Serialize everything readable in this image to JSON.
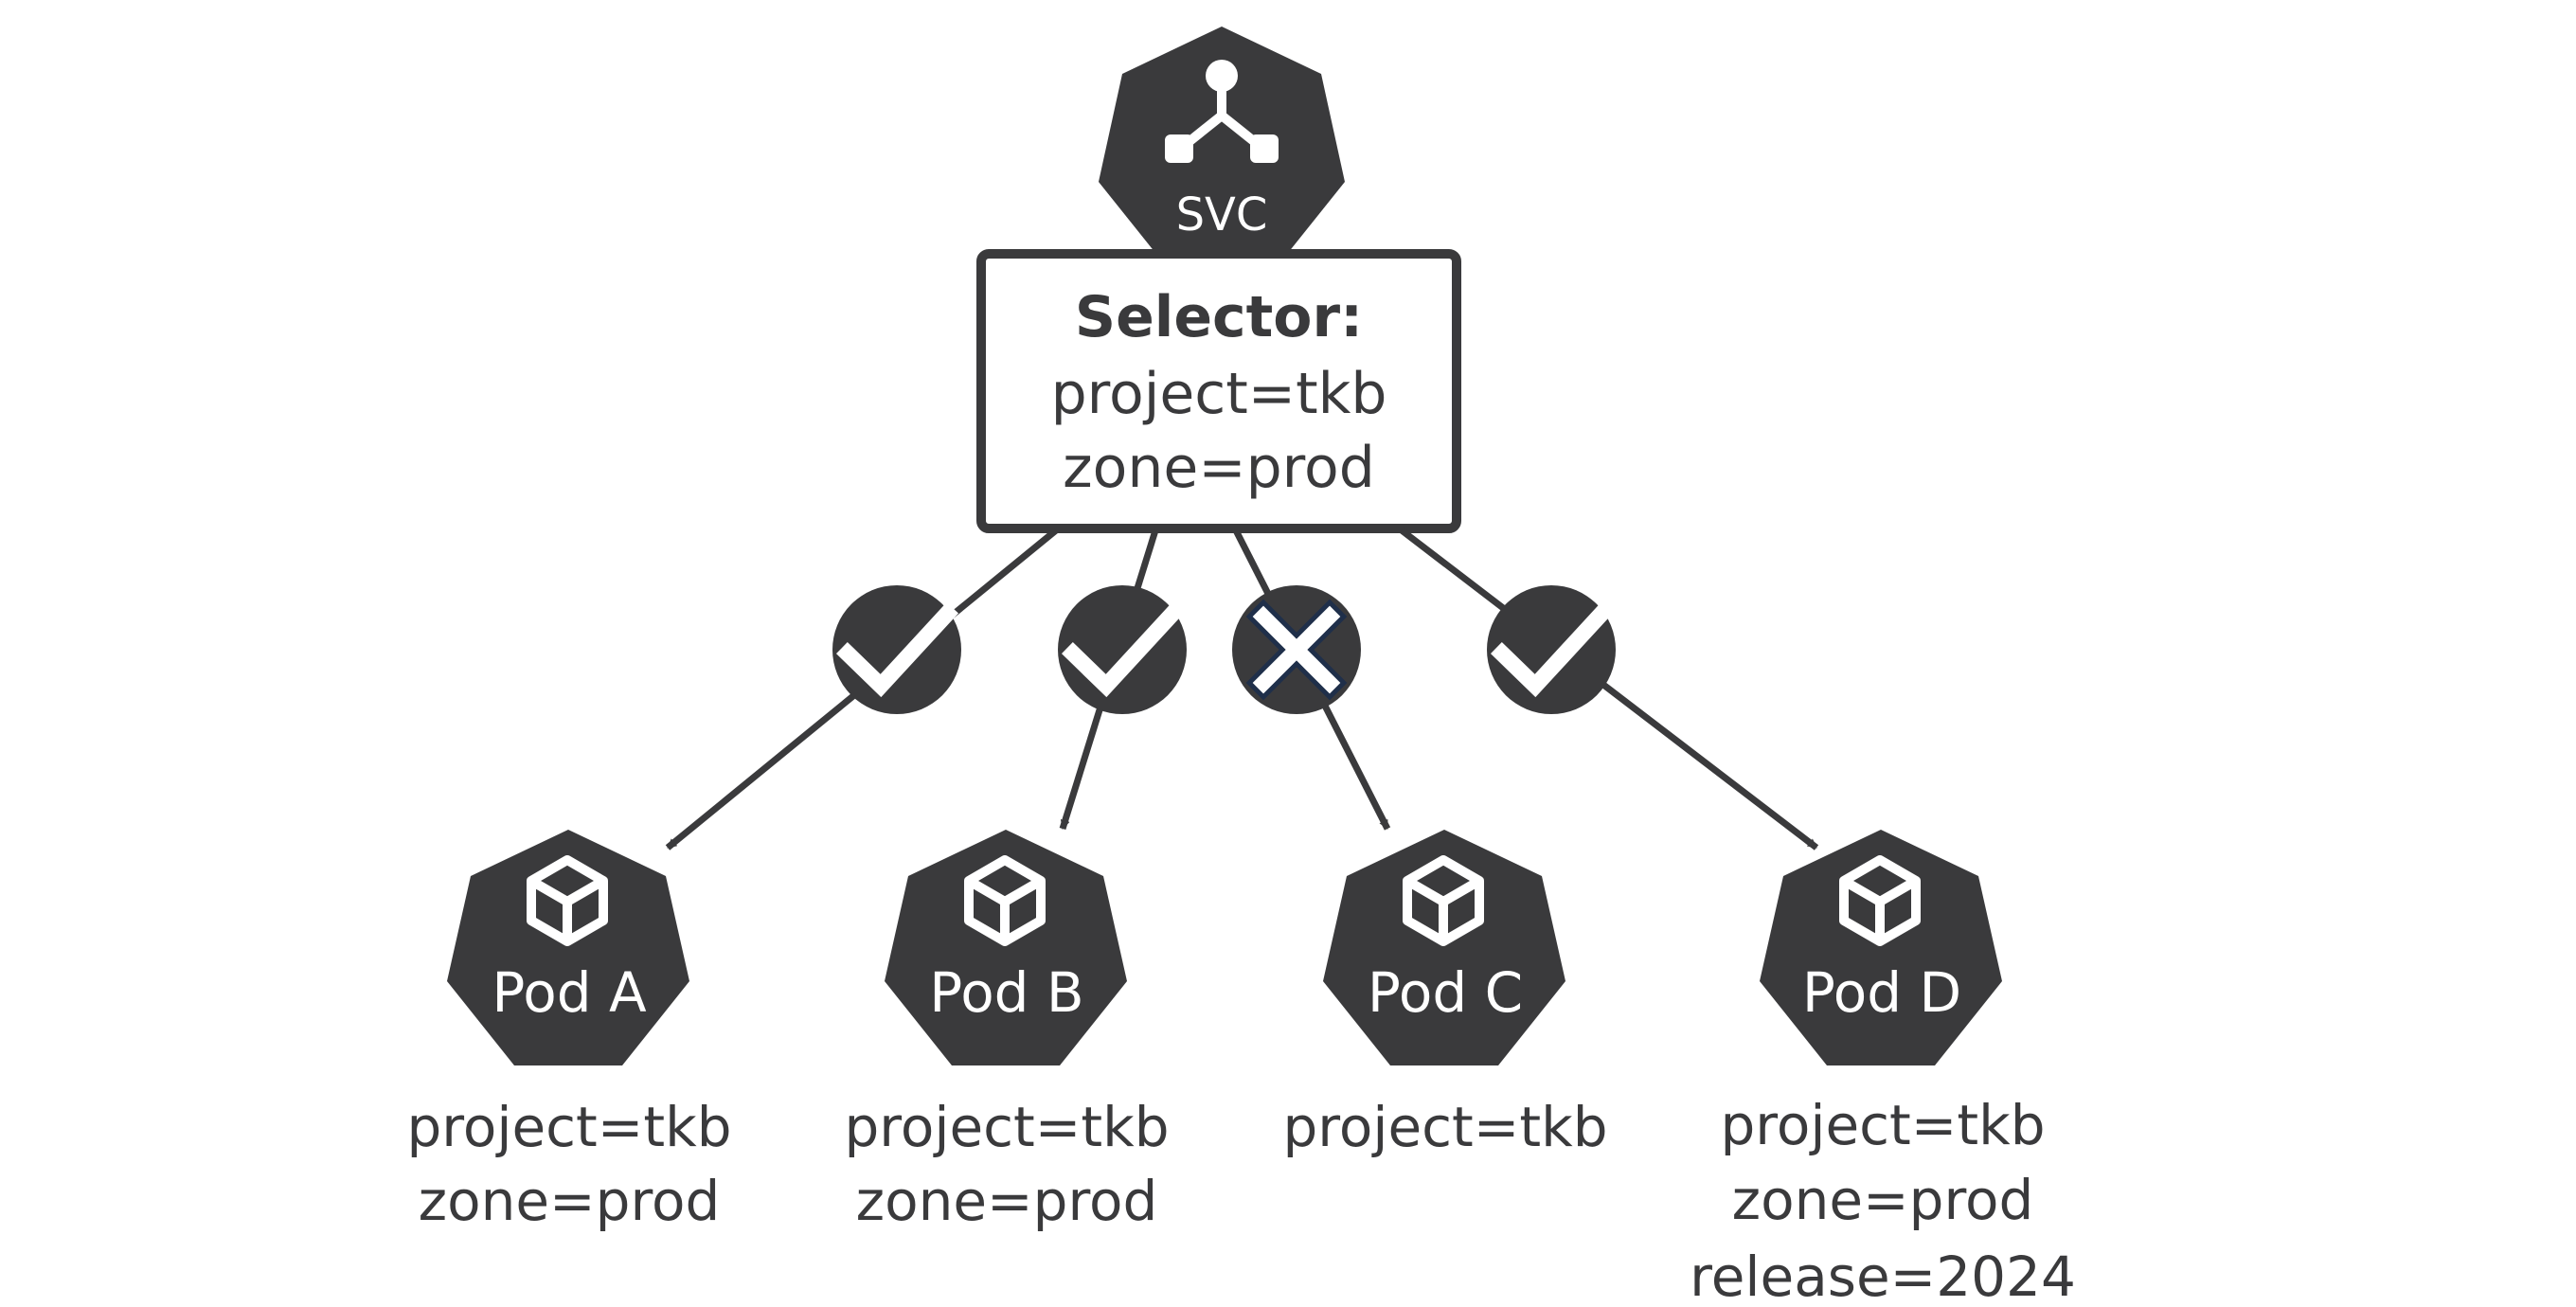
{
  "service": {
    "icon": "service-network-icon",
    "label": "SVC",
    "selector_title": "Selector:",
    "selector_lines": [
      "project=tkb",
      "zone=prod"
    ]
  },
  "connections": [
    {
      "pod": "Pod A",
      "status_icon": "check-icon",
      "matches": true
    },
    {
      "pod": "Pod B",
      "status_icon": "check-icon",
      "matches": true
    },
    {
      "pod": "Pod C",
      "status_icon": "cross-icon",
      "matches": false
    },
    {
      "pod": "Pod D",
      "status_icon": "check-icon",
      "matches": true
    }
  ],
  "pods": [
    {
      "name": "Pod A",
      "icon": "cube-icon",
      "labels": [
        "project=tkb",
        "zone=prod"
      ]
    },
    {
      "name": "Pod B",
      "icon": "cube-icon",
      "labels": [
        "project=tkb",
        "zone=prod"
      ]
    },
    {
      "name": "Pod C",
      "icon": "cube-icon",
      "labels": [
        "project=tkb"
      ]
    },
    {
      "name": "Pod D",
      "icon": "cube-icon",
      "labels": [
        "project=tkb",
        "zone=prod",
        "release=2024"
      ]
    }
  ],
  "colors": {
    "node_fill": "#3a3a3c",
    "text": "#3a3a3c",
    "background": "#ffffff"
  }
}
